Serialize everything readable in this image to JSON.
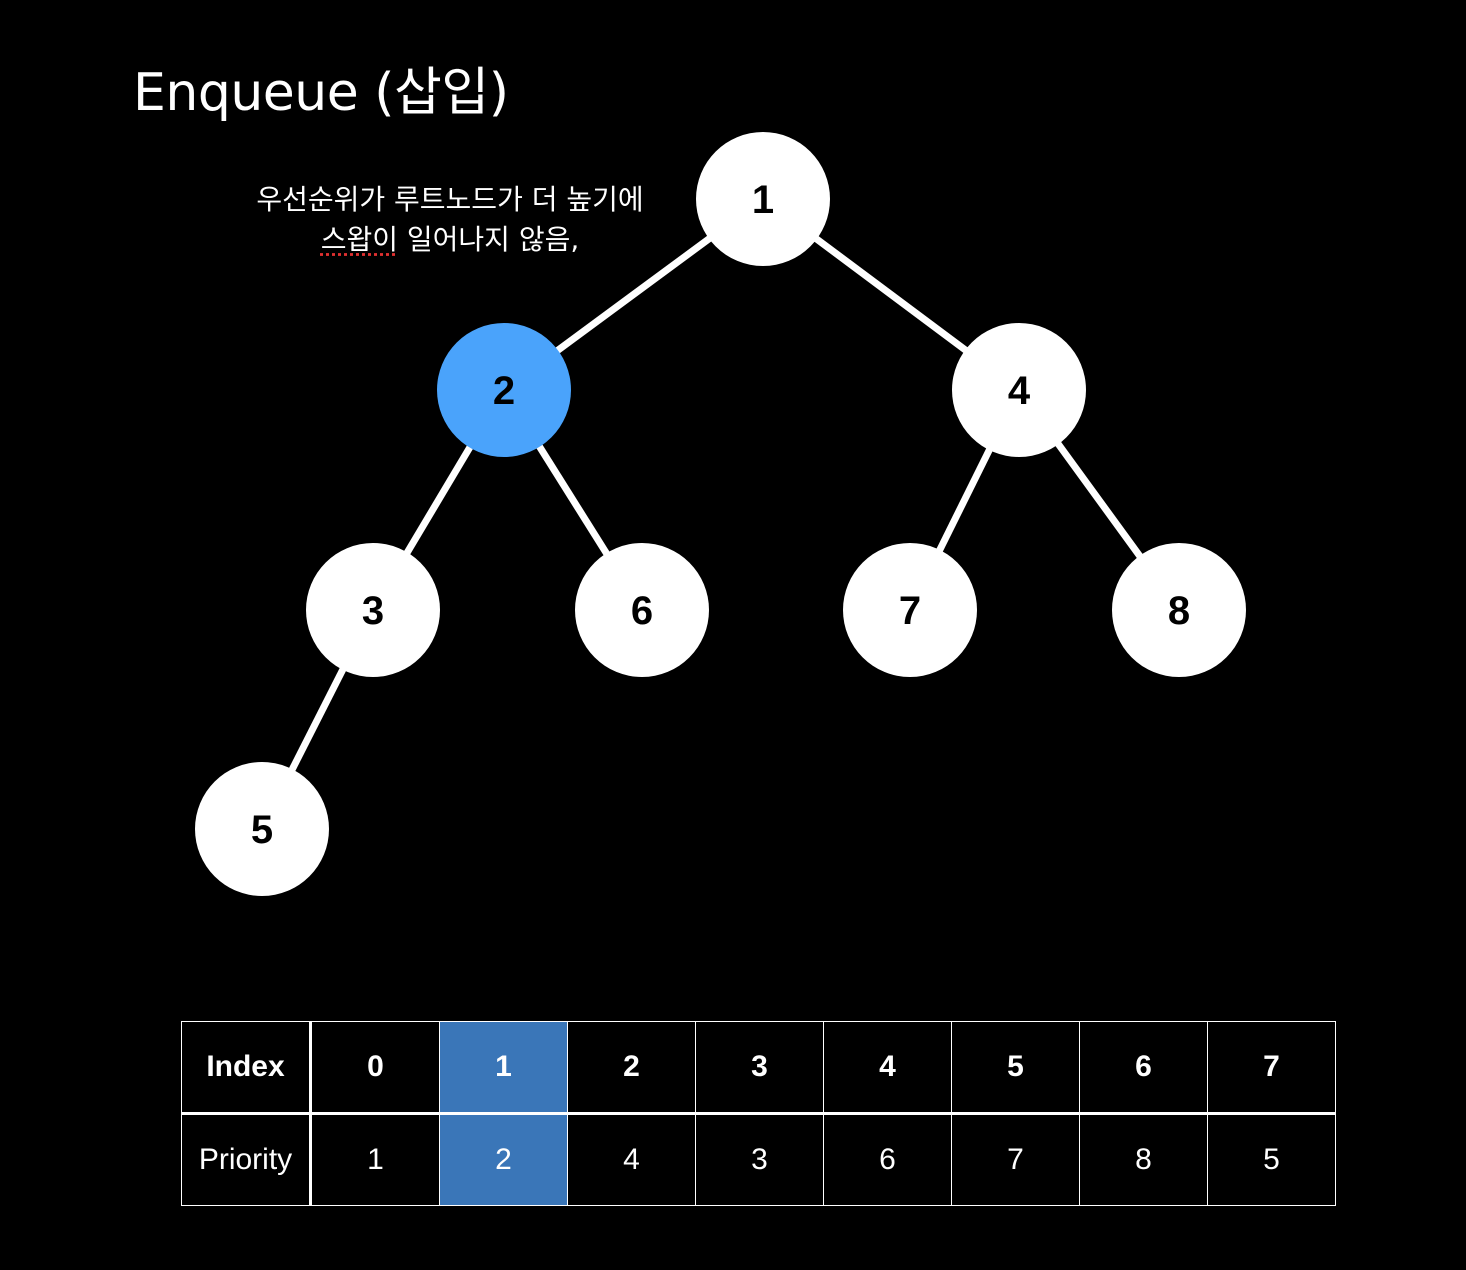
{
  "title": "Enqueue (삽입)",
  "annotation": {
    "line1": "우선순위가 루트노드가 더 높기에",
    "line2_underlined": "스왑이",
    "line2_rest": " 일어나지 않음,"
  },
  "colors": {
    "background": "#000000",
    "node_fill": "#ffffff",
    "highlight_node": "#4aa3fb",
    "highlight_cell": "#3a76b8",
    "edge": "#ffffff"
  },
  "tree": {
    "highlighted_value": "2",
    "nodes": [
      {
        "id": "n1",
        "value": "1",
        "highlighted": false
      },
      {
        "id": "n2",
        "value": "2",
        "highlighted": true
      },
      {
        "id": "n4",
        "value": "4",
        "highlighted": false
      },
      {
        "id": "n3",
        "value": "3",
        "highlighted": false
      },
      {
        "id": "n6",
        "value": "6",
        "highlighted": false
      },
      {
        "id": "n7",
        "value": "7",
        "highlighted": false
      },
      {
        "id": "n8",
        "value": "8",
        "highlighted": false
      },
      {
        "id": "n5",
        "value": "5",
        "highlighted": false
      }
    ],
    "edges": [
      [
        "n1",
        "n2"
      ],
      [
        "n1",
        "n4"
      ],
      [
        "n2",
        "n3"
      ],
      [
        "n2",
        "n6"
      ],
      [
        "n4",
        "n7"
      ],
      [
        "n4",
        "n8"
      ],
      [
        "n3",
        "n5"
      ]
    ]
  },
  "table": {
    "index_header": "Index",
    "priority_header": "Priority",
    "highlighted_column": 1,
    "indices": [
      "0",
      "1",
      "2",
      "3",
      "4",
      "5",
      "6",
      "7"
    ],
    "priorities": [
      "1",
      "2",
      "4",
      "3",
      "6",
      "7",
      "8",
      "5"
    ]
  }
}
